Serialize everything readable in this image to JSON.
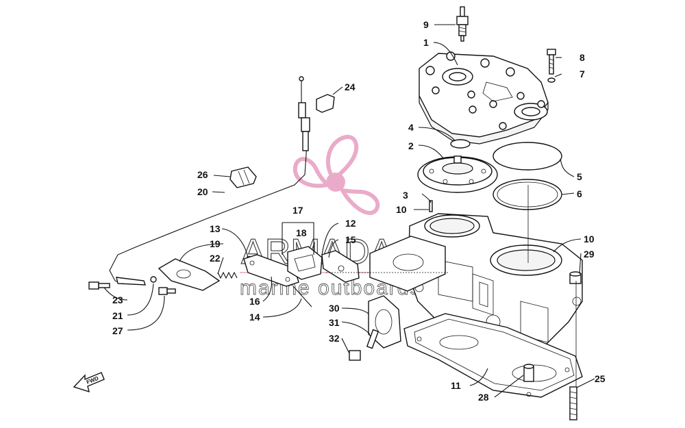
{
  "watermark": {
    "brand": "ARMADA",
    "tagline": "marine outboards",
    "logo_color": "#e8a3c4",
    "logo_dark": "#d47aa6"
  },
  "fwd_label": "FWD",
  "callouts": {
    "c1": "1",
    "c2": "2",
    "c3": "3",
    "c4": "4",
    "c5": "5",
    "c6": "6",
    "c7": "7",
    "c8": "8",
    "c9": "9",
    "c10a": "10",
    "c10b": "10",
    "c11": "11",
    "c12": "12",
    "c13": "13",
    "c14": "14",
    "c15": "15",
    "c16": "16",
    "c17": "17",
    "c18": "18",
    "c19": "19",
    "c20": "20",
    "c21": "21",
    "c22": "22",
    "c23": "23",
    "c24": "24",
    "c25": "25",
    "c26": "26",
    "c27": "27",
    "c28": "28",
    "c29": "29",
    "c30": "30",
    "c31": "31",
    "c32": "32"
  }
}
